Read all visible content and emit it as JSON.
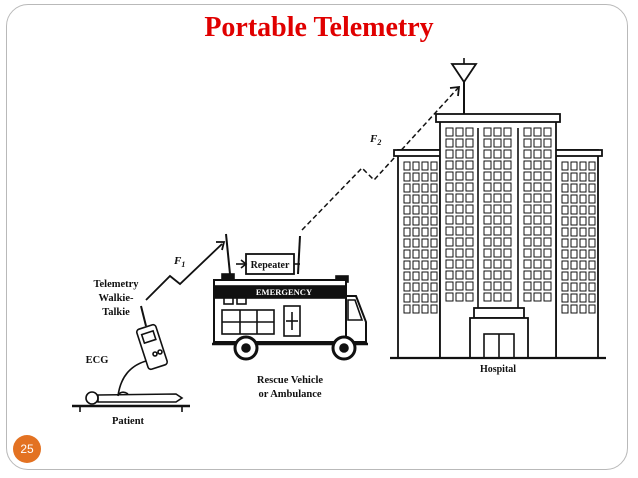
{
  "slide": {
    "title": "Portable Telemetry",
    "page_number": "25"
  },
  "diagram": {
    "labels": {
      "walkie_line1": "Telemetry",
      "walkie_line2": "Walkie-",
      "walkie_line3": "Talkie",
      "ecg": "ECG",
      "patient": "Patient",
      "repeater": "Repeater",
      "emergency": "EMERGENCY",
      "rescue_line1": "Rescue Vehicle",
      "rescue_line2": "or Ambulance",
      "hospital": "Hospital",
      "f1": "F",
      "f1_sub": "1",
      "f2": "F",
      "f2_sub": "2"
    }
  }
}
